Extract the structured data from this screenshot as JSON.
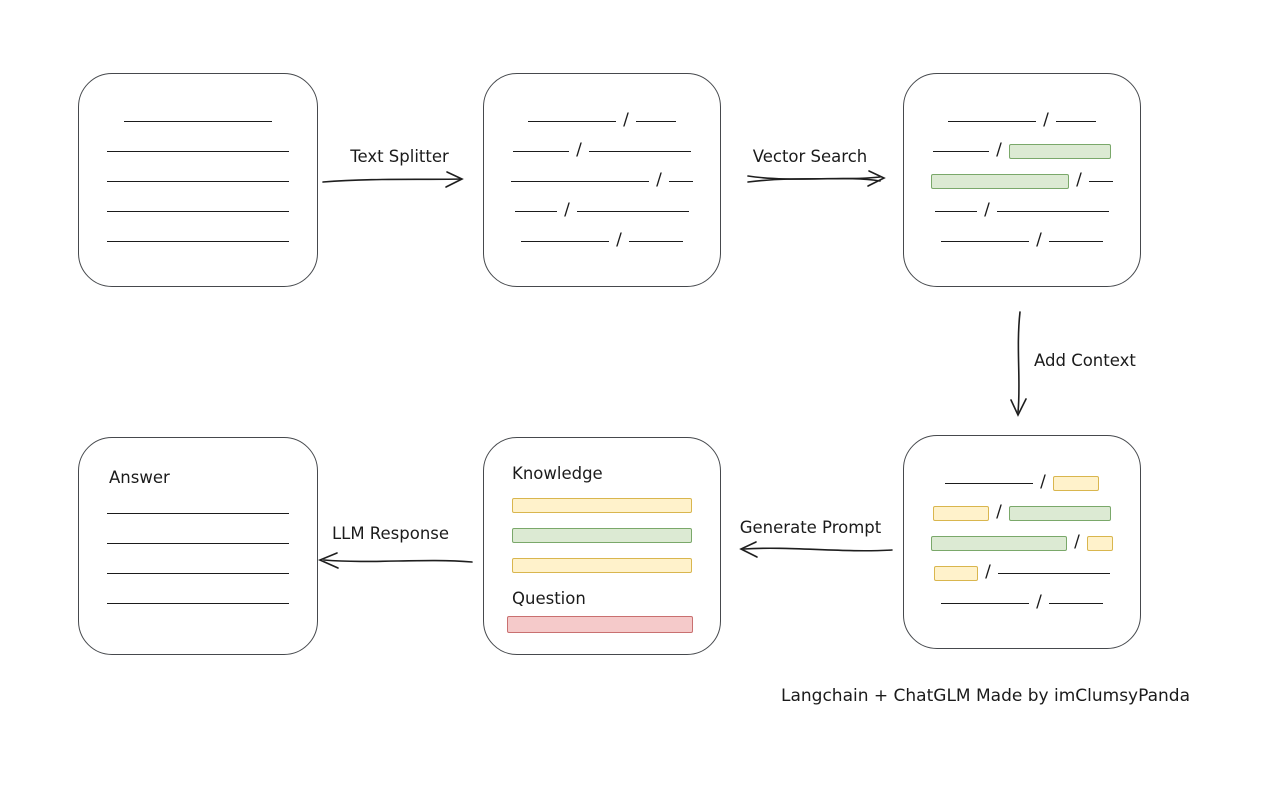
{
  "caption": "Langchain + ChatGLM Made by imClumsyPanda",
  "labels": {
    "text_splitter": "Text Splitter",
    "vector_search": "Vector Search",
    "add_context": "Add Context",
    "generate_prompt": "Generate Prompt",
    "llm_response": "LLM Response",
    "knowledge": "Knowledge",
    "question": "Question",
    "answer": "Answer"
  },
  "colors": {
    "ink": "#1b1b1b",
    "box_border": "#46494d",
    "green_fill": "#dcead3",
    "green_border": "#7aa86a",
    "yellow_fill": "#fff2cb",
    "yellow_border": "#d9b64e",
    "red_fill": "#f5caca",
    "red_border": "#c97070"
  },
  "nodes": {
    "document": {
      "rows": [
        [
          {
            "t": "line",
            "w": 148
          }
        ],
        [
          {
            "t": "line",
            "w": 182
          }
        ],
        [
          {
            "t": "line",
            "w": 182
          }
        ],
        [
          {
            "t": "line",
            "w": 182
          }
        ],
        [
          {
            "t": "line",
            "w": 182
          }
        ]
      ]
    },
    "split_text": {
      "rows": [
        [
          {
            "t": "line",
            "w": 88
          },
          {
            "t": "slash"
          },
          {
            "t": "line",
            "w": 40
          }
        ],
        [
          {
            "t": "line",
            "w": 56
          },
          {
            "t": "slash"
          },
          {
            "t": "line",
            "w": 102
          }
        ],
        [
          {
            "t": "line",
            "w": 138
          },
          {
            "t": "slash"
          },
          {
            "t": "line",
            "w": 24
          }
        ],
        [
          {
            "t": "line",
            "w": 42
          },
          {
            "t": "slash"
          },
          {
            "t": "line",
            "w": 112
          }
        ],
        [
          {
            "t": "line",
            "w": 88
          },
          {
            "t": "slash"
          },
          {
            "t": "line",
            "w": 54
          }
        ]
      ]
    },
    "vector_result": {
      "rows": [
        [
          {
            "t": "line",
            "w": 88
          },
          {
            "t": "slash"
          },
          {
            "t": "line",
            "w": 40
          }
        ],
        [
          {
            "t": "line",
            "w": 56
          },
          {
            "t": "slash"
          },
          {
            "t": "green",
            "w": 102
          }
        ],
        [
          {
            "t": "green",
            "w": 138
          },
          {
            "t": "slash"
          },
          {
            "t": "line",
            "w": 24
          }
        ],
        [
          {
            "t": "line",
            "w": 42
          },
          {
            "t": "slash"
          },
          {
            "t": "line",
            "w": 112
          }
        ],
        [
          {
            "t": "line",
            "w": 88
          },
          {
            "t": "slash"
          },
          {
            "t": "line",
            "w": 54
          }
        ]
      ]
    },
    "context_result": {
      "rows": [
        [
          {
            "t": "line",
            "w": 88
          },
          {
            "t": "slash"
          },
          {
            "t": "yellow",
            "w": 46
          }
        ],
        [
          {
            "t": "yellow",
            "w": 56
          },
          {
            "t": "slash"
          },
          {
            "t": "green",
            "w": 102
          }
        ],
        [
          {
            "t": "green",
            "w": 136
          },
          {
            "t": "slash"
          },
          {
            "t": "yellow",
            "w": 26
          }
        ],
        [
          {
            "t": "yellow",
            "w": 44
          },
          {
            "t": "slash"
          },
          {
            "t": "line",
            "w": 112
          }
        ],
        [
          {
            "t": "line",
            "w": 88
          },
          {
            "t": "slash"
          },
          {
            "t": "line",
            "w": 54
          }
        ]
      ]
    },
    "prompt": {
      "knowledge_rows": [
        [
          {
            "t": "yellow",
            "w": 180
          }
        ],
        [
          {
            "t": "green",
            "w": 180
          }
        ],
        [
          {
            "t": "yellow",
            "w": 180
          }
        ]
      ],
      "question_rows": [
        [
          {
            "t": "red",
            "w": 186
          }
        ]
      ]
    },
    "answer": {
      "rows": [
        [
          {
            "t": "line",
            "w": 182
          }
        ],
        [
          {
            "t": "line",
            "w": 182
          }
        ],
        [
          {
            "t": "line",
            "w": 182
          }
        ],
        [
          {
            "t": "line",
            "w": 182
          }
        ]
      ]
    }
  }
}
